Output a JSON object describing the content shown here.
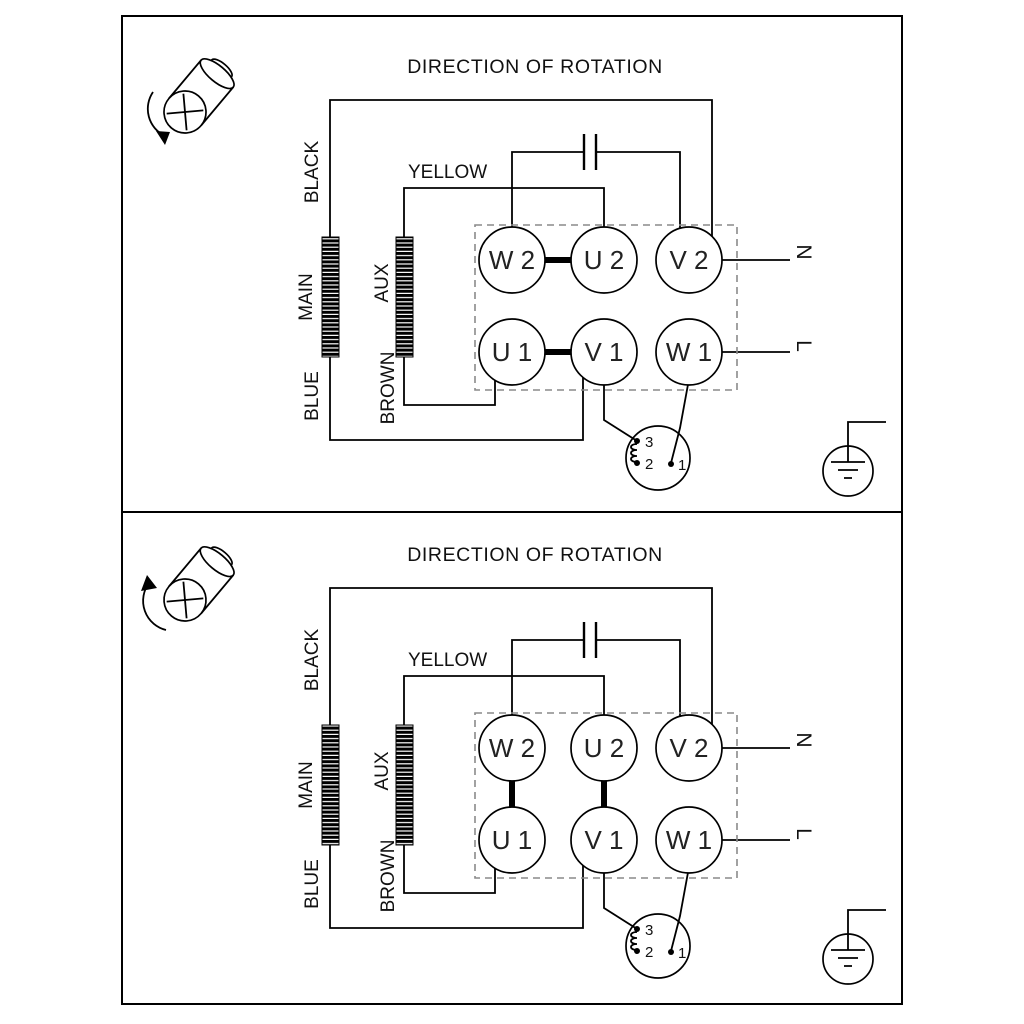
{
  "panels": [
    {
      "title": "DIRECTION OF ROTATION",
      "labels": {
        "black": "BLACK",
        "yellow": "YELLOW",
        "main": "MAIN",
        "aux": "AUX",
        "brown": "BROWN",
        "blue": "BLUE"
      },
      "supply": {
        "neutral": "N",
        "line": "L"
      },
      "terminals": [
        "W 2",
        "U 2",
        "V 2",
        "U 1",
        "V 1",
        "W 1"
      ],
      "thermal_switch_terminals": [
        "3",
        "2",
        "1"
      ],
      "bridge_links": [
        "W2-U2",
        "U1-V1"
      ],
      "rotation_arrow": "clockwise"
    },
    {
      "title": "DIRECTION OF ROTATION",
      "labels": {
        "black": "BLACK",
        "yellow": "YELLOW",
        "main": "MAIN",
        "aux": "AUX",
        "brown": "BROWN",
        "blue": "BLUE"
      },
      "supply": {
        "neutral": "N",
        "line": "L"
      },
      "terminals": [
        "W 2",
        "U 2",
        "V 2",
        "U 1",
        "V 1",
        "W 1"
      ],
      "thermal_switch_terminals": [
        "3",
        "2",
        "1"
      ],
      "bridge_links": [
        "W2-U1",
        "U2-V1"
      ],
      "rotation_arrow": "counter-clockwise"
    }
  ],
  "colors": {
    "line": "#000000",
    "dashed_box": "#8a8a8a",
    "background": "#ffffff"
  }
}
